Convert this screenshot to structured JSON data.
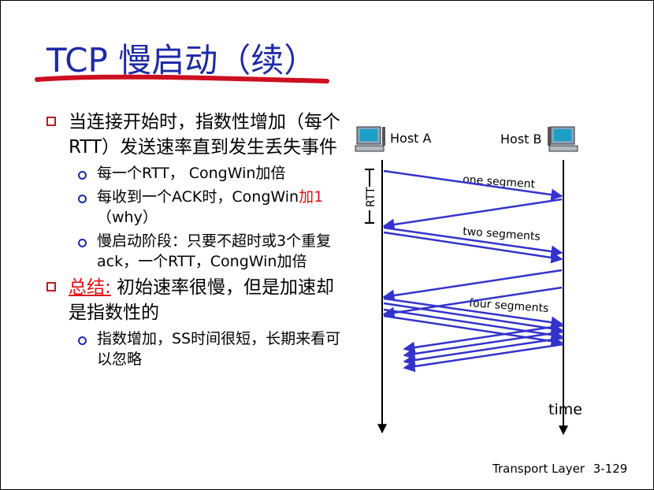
{
  "slide": {
    "title": "TCP 慢启动（续）",
    "bullets": [
      {
        "text": "当连接开始时，指数性增加（每个RTT）发送速率直到发生丢失事件",
        "sub": [
          {
            "text": "每一个RTT， CongWin加倍"
          },
          {
            "pre": "每收到一个ACK时，CongWin",
            "red": "加1",
            "post": "（why）"
          },
          {
            "text": "慢启动阶段：只要不超时或3个重复ack，一个RTT，CongWin加倍"
          }
        ]
      },
      {
        "label": "总结:",
        "text": " 初始速率很慢，但是加速却是指数性的",
        "sub": [
          {
            "text": "指数增加，SS时间很短，长期来看可以忽略"
          }
        ]
      }
    ],
    "footer": {
      "left": "Transport Layer",
      "right": "3-129"
    }
  },
  "diagram": {
    "host_a": "Host A",
    "host_b": "Host B",
    "rtt_label": "RTT",
    "segment_labels": [
      "one segment",
      "two segments",
      "four segments"
    ],
    "time_label": "time"
  },
  "colors": {
    "title": "#1c2aa8",
    "arrow": "#3333cc",
    "underline": "#cc1020",
    "highlight": "#e01010"
  }
}
